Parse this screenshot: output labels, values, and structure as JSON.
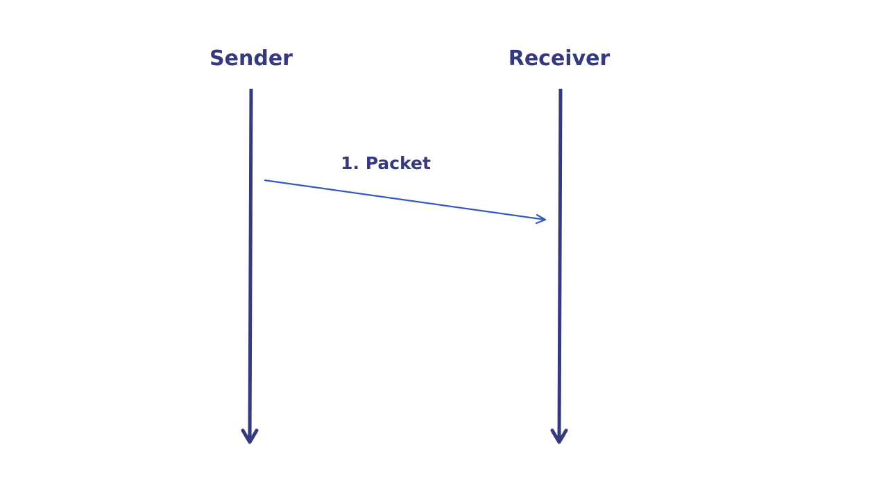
{
  "colors": {
    "lifeline": "#343A7D",
    "message_arrow": "#3157C0",
    "text": "#343A7D"
  },
  "participants": {
    "sender": {
      "label": "Sender"
    },
    "receiver": {
      "label": "Receiver"
    }
  },
  "messages": [
    {
      "label": "1. Packet",
      "from": "sender",
      "to": "receiver"
    }
  ]
}
